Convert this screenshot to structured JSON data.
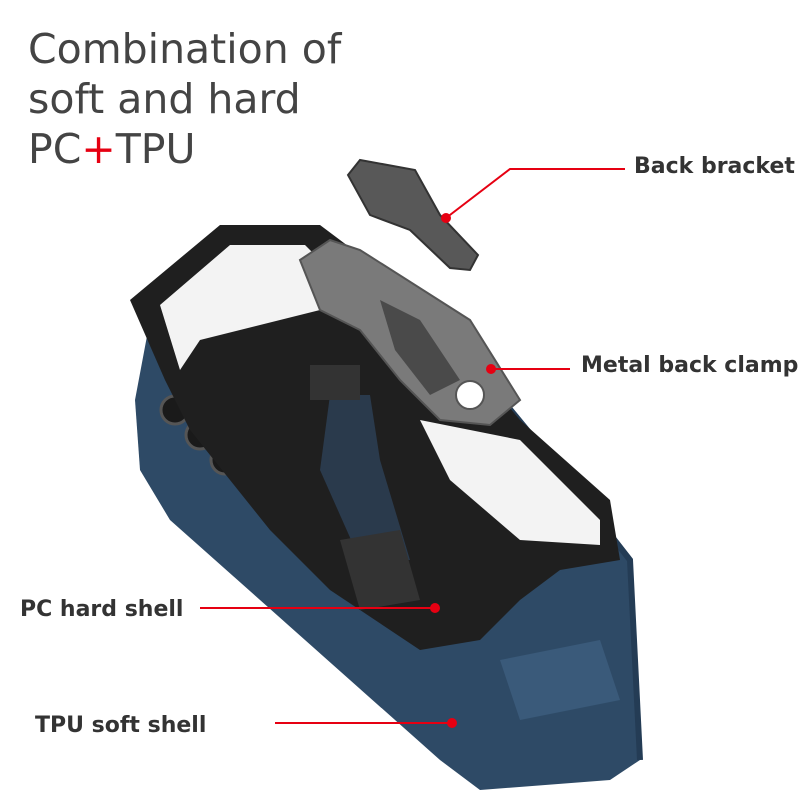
{
  "headline": {
    "line1": "Combination of",
    "line2": "soft and hard",
    "line3_pre": "PC",
    "line3_plus": "+",
    "line3_post": "TPU"
  },
  "callouts": {
    "back_bracket": "Back bracket",
    "metal_back_clamp": "Metal back clamp",
    "pc_hard_shell": "PC hard shell",
    "tpu_soft_shell": "TPU soft shell"
  },
  "colors": {
    "accent": "#e60012",
    "text": "#444444",
    "tpu_shell": "#2e4a66",
    "pc_shell": "#1f1f1f",
    "metal": "#7a7a7a"
  }
}
